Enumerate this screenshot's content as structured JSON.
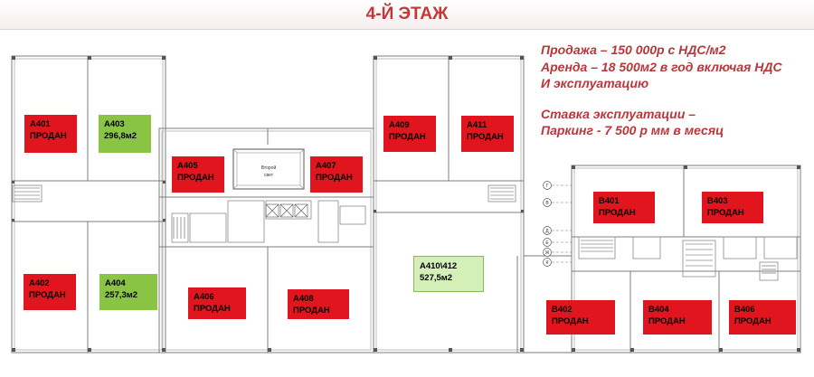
{
  "header": {
    "title": "4-Й ЭТАЖ"
  },
  "pricing": {
    "lines": [
      "Продажа – 150 000р с НДС/м2",
      "Аренда – 18 500м2 в год включая НДС",
      "И эксплуатацию",
      "Ставка эксплуатации –",
      "Паркинг - 7 500 р мм в месяц"
    ]
  },
  "plan": {
    "center_label": [
      "Второй",
      "свет"
    ],
    "axis_marks": [
      "Г",
      "В",
      "Д",
      "Е",
      "Ж",
      "К"
    ],
    "units": [
      {
        "code": "А401",
        "status": "ПРОДАН"
      },
      {
        "code": "А403",
        "status": "296,8м2"
      },
      {
        "code": "А405",
        "status": "ПРОДАН"
      },
      {
        "code": "А407",
        "status": "ПРОДАН"
      },
      {
        "code": "А409",
        "status": "ПРОДАН"
      },
      {
        "code": "А411",
        "status": "ПРОДАН"
      },
      {
        "code": "А402",
        "status": "ПРОДАН"
      },
      {
        "code": "А404",
        "status": "257,3м2"
      },
      {
        "code": "А406",
        "status": "ПРОДАН"
      },
      {
        "code": "А408",
        "status": "ПРОДАН"
      },
      {
        "code": "А410\\412",
        "status": "527,5м2"
      },
      {
        "code": "В401",
        "status": "ПРОДАН"
      },
      {
        "code": "В403",
        "status": "ПРОДАН"
      },
      {
        "code": "В402",
        "status": "ПРОДАН"
      },
      {
        "code": "В404",
        "status": "ПРОДАН"
      },
      {
        "code": "В406",
        "status": "ПРОДАН"
      }
    ]
  }
}
